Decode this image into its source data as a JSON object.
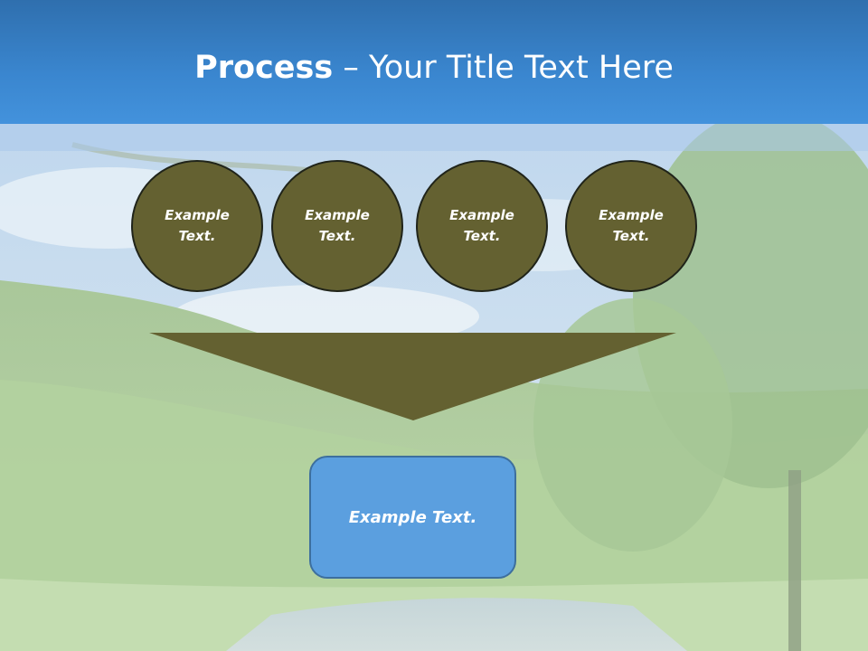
{
  "slide": {
    "title_bold": "Process",
    "title_separator": "–",
    "title_rest": "Your Title Text Here"
  },
  "steps": [
    {
      "label_line1": "Example",
      "label_line2": "Text."
    },
    {
      "label_line1": "Example",
      "label_line2": "Text."
    },
    {
      "label_line1": "Example",
      "label_line2": "Text."
    },
    {
      "label_line1": "Example",
      "label_line2": "Text."
    }
  ],
  "result": {
    "label": "Example Text."
  },
  "colors": {
    "header_blue": "#3a86cf",
    "circle_fill": "#646131",
    "funnel_fill": "#646131",
    "result_fill": "#5b9fdf"
  }
}
